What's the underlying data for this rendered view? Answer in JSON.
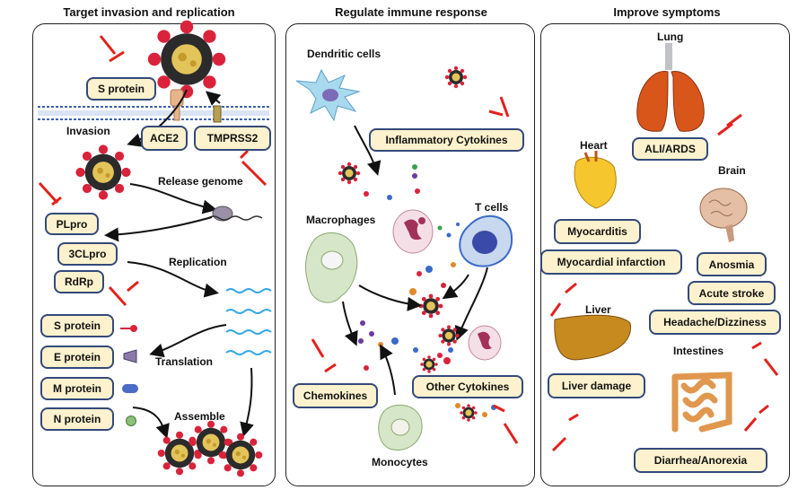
{
  "headings": {
    "left": "Target invasion and replication",
    "middle": "Regulate immune response",
    "right": "Improve symptoms"
  },
  "left": {
    "s_protein_top": "S protein",
    "invasion": "Invasion",
    "ace2": "ACE2",
    "tmprss2": "TMPRSS2",
    "release_genome": "Release genome",
    "plpro": "PLpro",
    "clpro": "3CLpro",
    "rdrp": "RdRp",
    "replication": "Replication",
    "s_protein": "S protein",
    "e_protein": "E protein",
    "m_protein": "M protein",
    "n_protein": "N protein",
    "translation": "Translation",
    "assemble": "Assemble"
  },
  "middle": {
    "dendritic_cells": "Dendritic cells",
    "inflammatory_cytokines": "Inflammatory Cytokines",
    "macrophages": "Macrophages",
    "t_cells": "T cells",
    "chemokines": "Chemokines",
    "other_cytokines": "Other Cytokines",
    "monocytes": "Monocytes"
  },
  "right": {
    "lung": "Lung",
    "ali_ards": "ALI/ARDS",
    "heart": "Heart",
    "myocarditis": "Myocarditis",
    "myocardial_infarction": "Myocardial infarction",
    "brain": "Brain",
    "anosmia": "Anosmia",
    "acute_stroke": "Acute stroke",
    "headache": "Headache/Dizziness",
    "liver": "Liver",
    "liver_damage": "Liver damage",
    "intestines": "Intestines",
    "diarrhea": "Diarrhea/Anorexia"
  },
  "colors": {
    "box_fill": "#fdf2cd",
    "box_border": "#34497a",
    "inhibitor": "#e3211c",
    "virus_body": "#2b2b2b",
    "virus_spike": "#d9233a",
    "rna": "#35a7e6"
  }
}
